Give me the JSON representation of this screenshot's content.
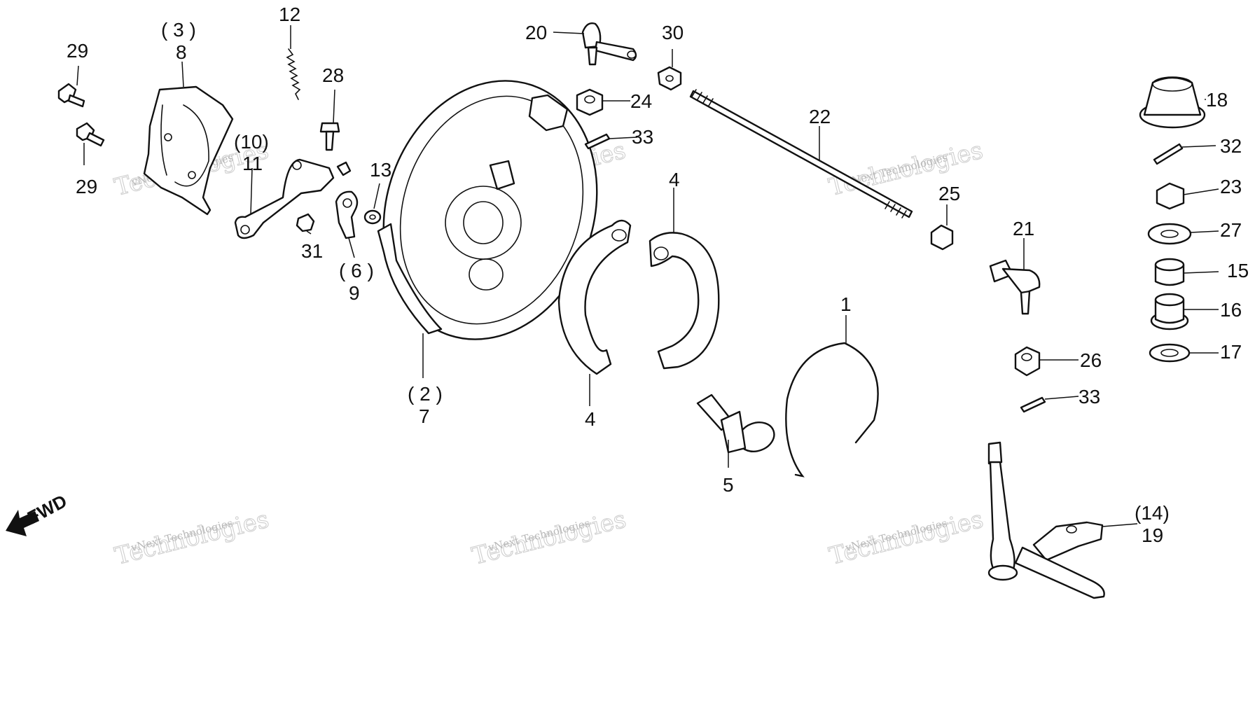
{
  "watermark": {
    "line1": "vNext Technologies",
    "line2": "Technologies"
  },
  "direction_label": "FWD",
  "callouts": {
    "c1": "1",
    "c2": "( 2 )",
    "c3": "( 3 )",
    "c4a": "4",
    "c4b": "4",
    "c5": "5",
    "c6": "( 6 )",
    "c7": "7",
    "c8": "8",
    "c9": "9",
    "c10": "(10)",
    "c11": "11",
    "c12": "12",
    "c13": "13",
    "c14": "(14)",
    "c15": "15",
    "c16": "16",
    "c17": "17",
    "c18": "18",
    "c19": "19",
    "c20": "20",
    "c21": "21",
    "c22": "22",
    "c23": "23",
    "c24": "24",
    "c25": "25",
    "c26": "26",
    "c27": "27",
    "c28": "28",
    "c29a": "29",
    "c29b": "29",
    "c30": "30",
    "c31": "31",
    "c32": "32",
    "c33a": "33",
    "c33b": "33"
  }
}
